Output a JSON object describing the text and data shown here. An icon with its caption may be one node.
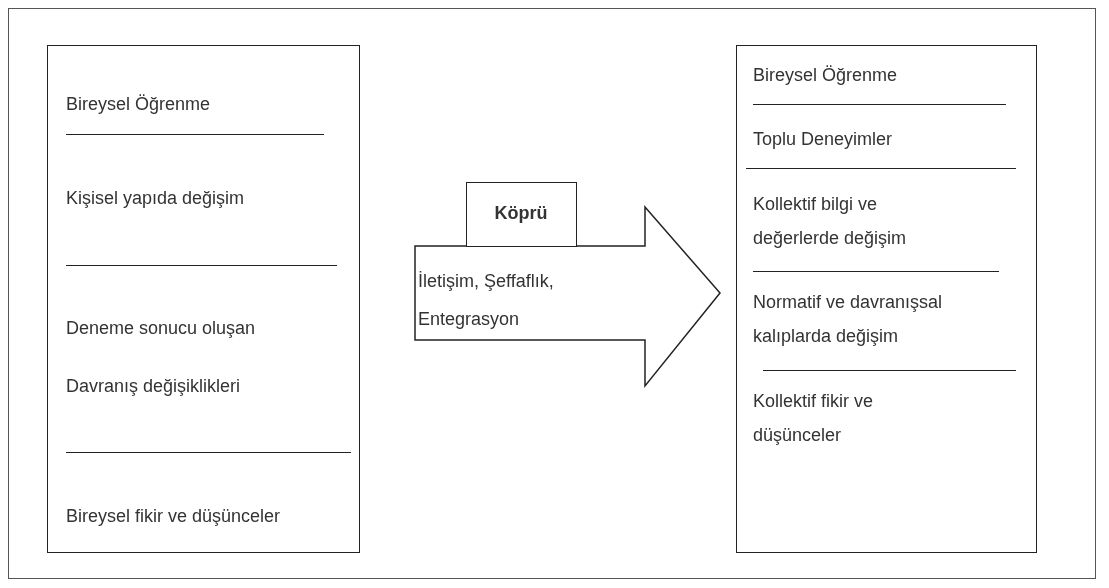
{
  "diagram": {
    "nodes": [
      {
        "text": [
          "Bireysel Öğrenme",
          "Kişisel yapıda değişim",
          "Deneme sonucu oluşan Davranış değişiklikleri",
          "Bireysel fikir ve düşünceler"
        ]
      },
      {
        "text": [
          "Köprü"
        ]
      },
      {
        "text": [
          "Bireysel Öğrenme",
          "Toplu Deneyimler",
          "Kollektif bilgi ve değerlerde değişim",
          "Normatif ve davranışsal kalıplarda değişim",
          "Kollektif fikir ve düşünceler"
        ]
      }
    ],
    "edges": [
      {
        "from": 0,
        "to": 2,
        "arrow": "to",
        "style": "thick",
        "label": "İletişim, Şeffaflık, Entegrasyon"
      }
    ]
  }
}
